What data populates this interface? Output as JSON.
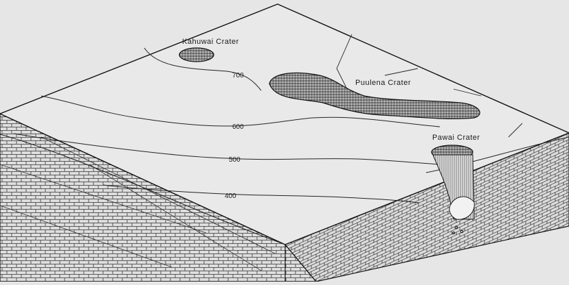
{
  "craters": [
    {
      "name": "Kahuwai Crater"
    },
    {
      "name": "Puulena Crater"
    },
    {
      "name": "Pawai Crater"
    }
  ],
  "contours": [
    {
      "label": "700"
    },
    {
      "label": "600"
    },
    {
      "label": "500"
    },
    {
      "label": "400"
    }
  ],
  "colors": {
    "background": "#e6e6e6",
    "ink": "#1a1a1a",
    "top_surface": "#e9e9e9",
    "side_face": "#dcdcdc"
  }
}
